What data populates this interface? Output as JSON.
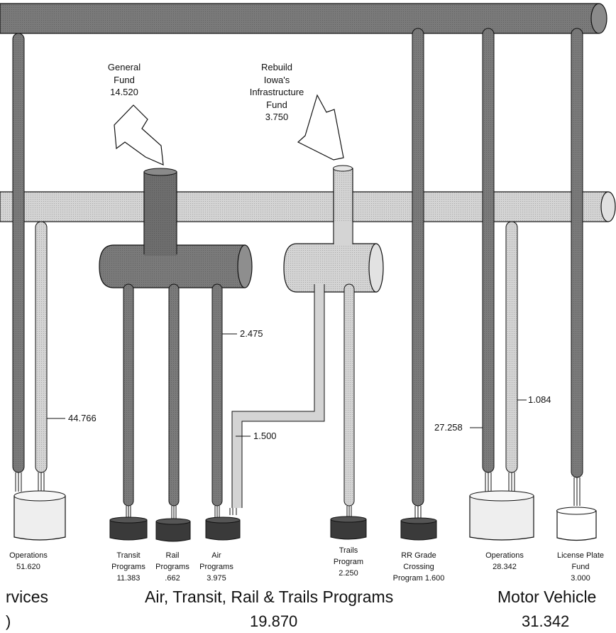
{
  "sources": {
    "general_fund": {
      "lines": [
        "General",
        "Fund",
        "14.520"
      ]
    },
    "rebuild_fund": {
      "lines": [
        "Rebuild",
        "Iowa's",
        "Infrastructure",
        "Fund",
        "3.750"
      ]
    }
  },
  "flows": {
    "services_branch": "44.766",
    "air_split": "2.475",
    "rebuild_to_air": "1.500",
    "motor_ops_branch": "1.084",
    "motor_ops_main": "27.258"
  },
  "destinations": {
    "services_operations": {
      "lines": [
        "Operations",
        "51.620"
      ]
    },
    "transit": {
      "lines": [
        "Transit",
        "Programs",
        "11.383"
      ]
    },
    "rail": {
      "lines": [
        "Rail",
        "Programs",
        ".662"
      ]
    },
    "air": {
      "lines": [
        "Air",
        "Programs",
        "3.975"
      ]
    },
    "trails": {
      "lines": [
        "Trails",
        "Program",
        "2.250"
      ]
    },
    "rr_grade": {
      "lines": [
        "RR Grade",
        "Crossing",
        "Program 1.600"
      ]
    },
    "motor_operations": {
      "lines": [
        "Operations",
        "28.342"
      ]
    },
    "license_plate": {
      "lines": [
        "License Plate",
        "Fund",
        "3.000"
      ]
    }
  },
  "sections": {
    "services": {
      "title": "rvices",
      "total": ")"
    },
    "air_transit": {
      "title": "Air, Transit, Rail & Trails Programs",
      "total": "19.870"
    },
    "motor_vehicle": {
      "title": "Motor Vehicle",
      "total": "31.342"
    }
  },
  "colors": {
    "dark": "#6e6e6e",
    "medium": "#8f8f8f",
    "light": "#d2d2d2",
    "bucket_dark": "#3a3a3a",
    "bucket_white": "#ffffff"
  }
}
